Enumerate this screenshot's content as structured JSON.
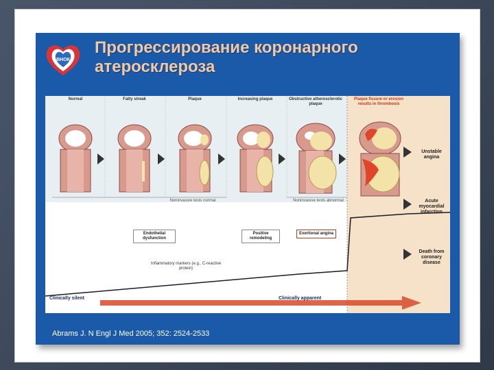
{
  "slide": {
    "title": "Прогрессирование коронарного атеросклероза",
    "logo_text": "ВНОК",
    "citation": "Abrams J. N Engl J Med 2005; 352: 2524-2533",
    "colors": {
      "slide_bg": "#1a5aa8",
      "title": "#f6c8a0",
      "artery": "#d99a8e",
      "plaque": "#f3e3a8",
      "thrombus": "#e0452a",
      "arrow": "#d64a2a"
    }
  },
  "stages": [
    {
      "label": "Normal"
    },
    {
      "label": "Fatty streak"
    },
    {
      "label": "Plaque"
    },
    {
      "label": "Increasing plaque"
    },
    {
      "label": "Obstructive atherosclerotic plaque"
    },
    {
      "label": "Plaque fissure or erosion results in thrombosis"
    }
  ],
  "outcomes": [
    {
      "label": "Unstable angina"
    },
    {
      "label": "Acute myocardial infarction"
    },
    {
      "label": "Death from coronary disease"
    }
  ],
  "notes": {
    "noninvasive_normal": "Noninvasive tests normal",
    "noninvasive_abnormal": "Noninvasive tests abnormal",
    "inflammatory": "Inflammatory markers (e.g., C-reactive protein)"
  },
  "boxes": {
    "endothelial": "Endothelial dysfunction",
    "remodeling": "Positive remodeling",
    "exertional": "Exertional angina"
  },
  "bottom_arrow": {
    "left": "Clinically silent",
    "right": "Clinically apparent"
  }
}
